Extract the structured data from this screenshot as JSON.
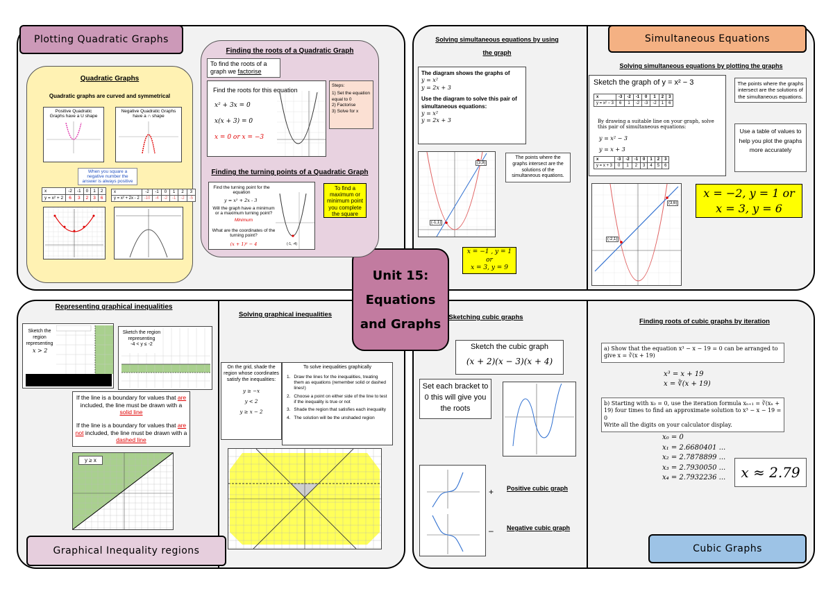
{
  "titles": {
    "plotting_quadratic": "Plotting Quadratic Graphs",
    "simultaneous": "Simultaneous Equations",
    "inequality_regions": "Graphical Inequality regions",
    "cubic": "Cubic Graphs",
    "unit_line1": "Unit 15:",
    "unit_line2": "Equations",
    "unit_line3": "and Graphs"
  },
  "colors": {
    "pink_title": "#cc99b8",
    "peach_title": "#f4b183",
    "blue_title": "#9dc3e6",
    "lilac_title": "#e6cedd",
    "yellow_box": "#fff2b3",
    "lilac_box": "#e8d2e0",
    "hl_yellow": "#ffff00",
    "unit_center": "#c27ba0"
  },
  "quadratic": {
    "heading": "Quadratic Graphs",
    "subheading": "Quadratic graphs are curved and symmetrical",
    "pos_label": "Positive Quadratic Graphs have a U shape",
    "neg_label": "Negative Quadratic Graphs have a ∩ shape",
    "square_note": "When you square a negative number the answer is always positive",
    "table1_x": [
      "x",
      "-2",
      "-1",
      "0",
      "1",
      "2"
    ],
    "table1_y": [
      "y = x² + 2",
      "6",
      "3",
      "2",
      "3",
      "6"
    ],
    "table2_x": [
      "x",
      "-2",
      "-1",
      "0",
      "1",
      "2",
      "3"
    ],
    "table2_y": [
      "y = x² + 2x - 2",
      "-10",
      "-4",
      "-2",
      "-1",
      "-2",
      "-5"
    ]
  },
  "roots": {
    "heading": "Finding the roots of a Quadratic Graph",
    "factorise_pre": "To find the roots of a graph we ",
    "factorise_word": "factorise",
    "find_roots": "Find the roots for this equation",
    "eq1": "x² + 3x = 0",
    "eq2": "x(x + 3) = 0",
    "eq3": "x = 0 or x = −3",
    "steps_title": "Steps:",
    "step1": "1)  Set the equation equal to 0",
    "step2": "2)  Factorise",
    "step3": "3)  Solve for x"
  },
  "turning": {
    "heading": "Finding the turning points of a  Quadratic Graph",
    "q1": "Find the turning point for the equation",
    "q1_eq": "y =  x² + 2x - 3",
    "q2": "Will the graph have a minimum or a maximum turning point?",
    "a2": "Minimum",
    "q3": "What are the coordinates of the turning point?",
    "a3": "(x + 1)² − 4",
    "point_label": "(-1, -4)",
    "tip": "To find a maximum or minimum point you complete the square"
  },
  "sim_graph": {
    "heading1": "Solving simultaneous equations by using",
    "heading2": "the graph",
    "diagram_text": "The diagram shows the graphs of",
    "eqA": "y = x²",
    "eqB": "y = 2x + 3",
    "use_text": "Use the diagram to solve this pair of simultaneous equations:",
    "intersect_note": "The points where the graphs intersect are the solutions of the simultaneous equations.",
    "pt1": "(3,9)",
    "pt2": "(-1,1)",
    "answer_line1": "x = −1 , y = 1 or",
    "answer_line2": "x = 3, y = 9"
  },
  "sim_plot": {
    "heading": "Solving simultaneous equations by plotting the graphs",
    "sketch": "Sketch the graph of y = x² − 3",
    "table1_x": [
      "x",
      "-3",
      "-2",
      "-1",
      "0",
      "1",
      "2",
      "3"
    ],
    "table1_y": [
      "y = x² − 3",
      "6",
      "1",
      "-2",
      "-3",
      "-2",
      "1",
      "6"
    ],
    "by_drawing": "By drawing a suitable line on your graph, solve this pair of simultaneous equations:",
    "eqA": "y = x² − 3",
    "eqB": "y = x + 3",
    "table2_x": [
      "x",
      "-3",
      "-2",
      "-1",
      "0",
      "1",
      "2",
      "3"
    ],
    "table2_y": [
      "y = x + 3",
      "0",
      "1",
      "2",
      "3",
      "4",
      "5",
      "6"
    ],
    "note1": "The points where the graphs intersect are the solutions of the simultaneous equations.",
    "note2": "Use a table of values to help you plot the graphs more accurately",
    "pt1": "(3,6)",
    "pt2": "(-2,1)",
    "answer1": "x = −2, y = 1 or",
    "answer2": "x = 3, y = 6"
  },
  "ineq_rep": {
    "heading": "Representing graphical inequalities",
    "sketch1": "Sketch the region representing",
    "sketch1_eq": "x > 2",
    "sketch2": "Sketch the region representing",
    "sketch2_eq": "-4 < y ≤ -2",
    "solid_pre": "If the line is a boundary for values that ",
    "solid_are": "are",
    "solid_mid": " included, the line must be drawn with a ",
    "solid_word": "solid line",
    "dashed_pre": "If the line is a boundary for values that ",
    "dashed_arenot": "are not",
    "dashed_mid": " included, the line must be drawn with a ",
    "dashed_word": "dashed line",
    "region_label": "y ≥ x"
  },
  "ineq_solve": {
    "heading": "Solving graphical inequalities",
    "shade_text": "On the grid, shade the region whose coordinates satisfy the inequalities:",
    "i1": "y ≥ −x",
    "i2": "y < 2",
    "i3": "y ≥ x − 2",
    "to_solve": "To solve inequalities graphically",
    "s1": "Draw the lines for the inequalities, treating them as equations (remember solid or dashed lines!)",
    "s2": "Choose a point on either side of the line to test if the inequality is true or not",
    "s3": "Shade the region that satisfies each inequality",
    "s4": "The solution will be the unshaded region"
  },
  "cubic_sketch": {
    "heading": "Sketching cubic graphs",
    "sketch": "Sketch the cubic graph",
    "eq": "(x + 2)(x − 3)(x + 4)",
    "bracket_note": "Set each bracket to 0 this will give you the roots",
    "pos": "Positive cubic graph",
    "neg": "Negative cubic graph",
    "plus": "+",
    "minus": "–"
  },
  "iteration": {
    "heading": "Finding roots of cubic graphs by iteration",
    "a_text": "a) Show that the equation x³ − x − 19 = 0 can be arranged to give x = ∛(x + 19)",
    "a1": "x³ = x + 19",
    "a2": "x = ∛(x + 19)",
    "b_text": "b) Starting with x₀ = 0, use the iteration formula xₙ₊₁ = ∛(xₙ + 19) four times to find an approximate solution to x³ − x − 19 = 0",
    "b_text2": "Write all the digits on your calculator display.",
    "x0": "x₀ = 0",
    "x1": "x₁ = 2.6680401 ...",
    "x2": "x₂ = 2.7878899 ...",
    "x3": "x₃ = 2.7930050 ...",
    "x4": "x₄ = 2.7932236 ...",
    "approx": "x ≈ 2.79"
  }
}
